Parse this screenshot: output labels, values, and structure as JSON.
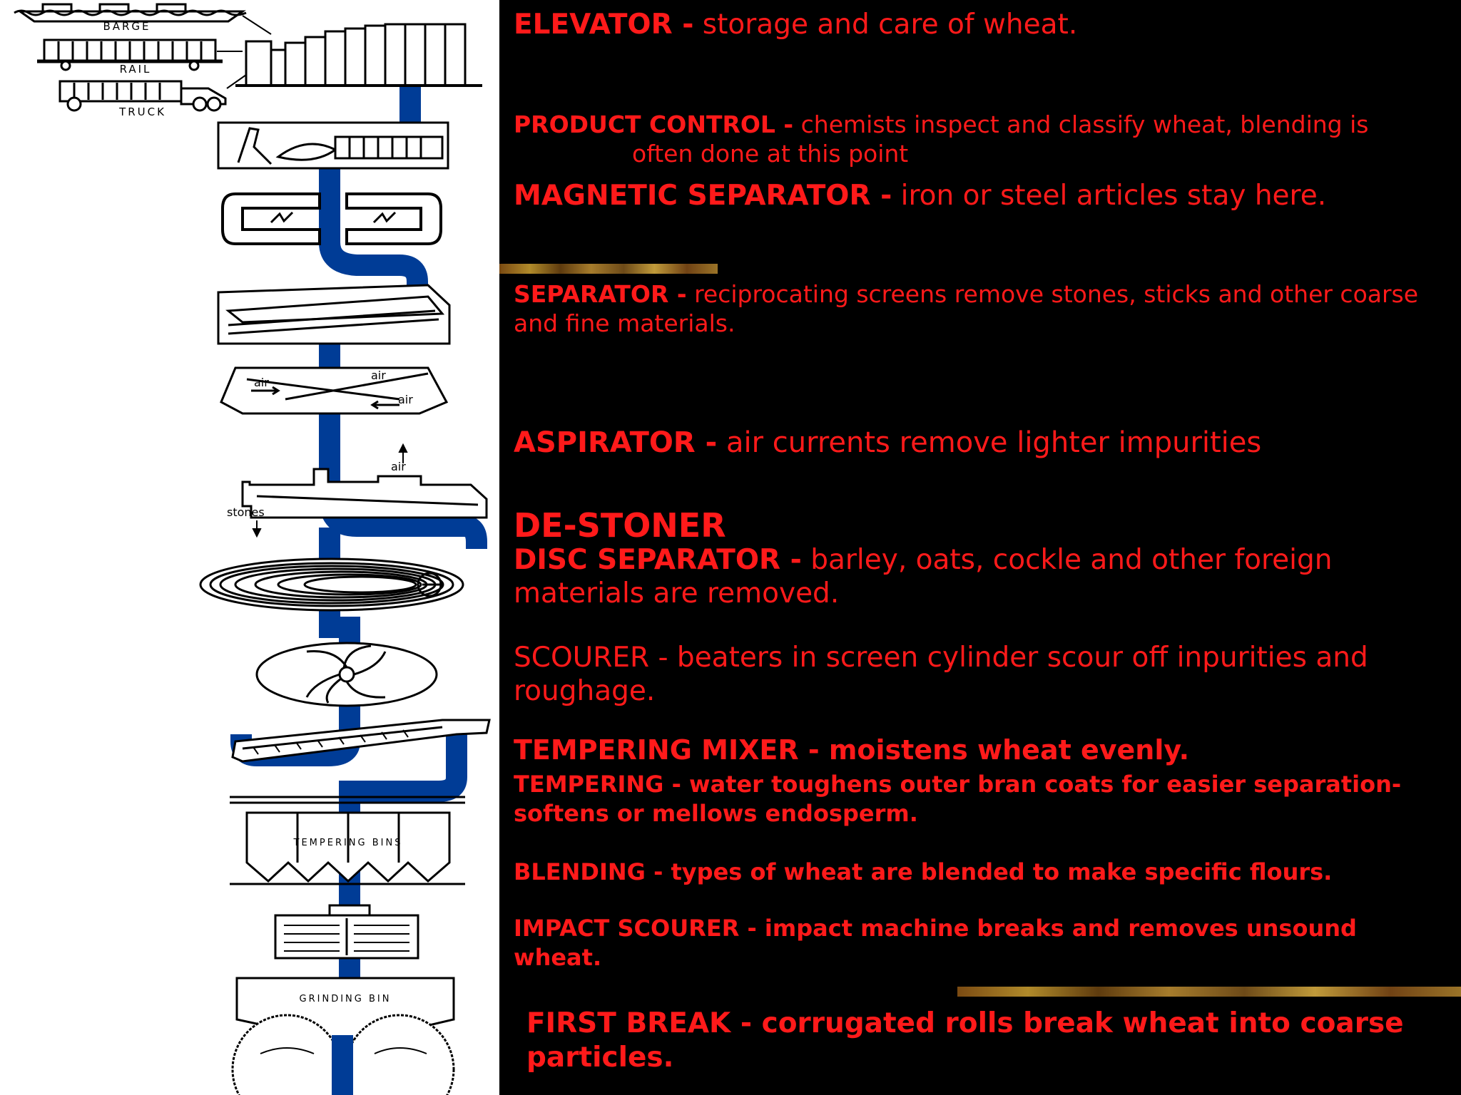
{
  "diagram": {
    "labels": {
      "barge": "BARGE",
      "rail": "RAIL",
      "truck": "TRUCK",
      "air1": "air",
      "air2": "air",
      "air3": "air",
      "air4": "air",
      "stones": "stones",
      "tempering_bins": "TEMPERING BINS",
      "grinding_bin": "GRINDING BIN"
    },
    "flow_color": "#003c96"
  },
  "steps": [
    {
      "title": "ELEVATOR -",
      "desc": "storage and care of wheat."
    },
    {
      "title": "PRODUCT CONTROL -",
      "desc": "chemists inspect and classify wheat, blending is",
      "desc2": "often done at this point"
    },
    {
      "title": "MAGNETIC SEPARATOR -",
      "desc": "iron or steel articles stay here."
    },
    {
      "title": "SEPARATOR -",
      "desc": "reciprocating screens remove stones, sticks and other coarse and fine materials."
    },
    {
      "title": "ASPIRATOR -",
      "desc": "air currents remove lighter impurities"
    },
    {
      "title": "DE-STONER"
    },
    {
      "title": "DISC SEPARATOR -",
      "desc": "barley, oats, cockle and other foreign materials are removed."
    },
    {
      "text": "SCOURER - beaters in screen cylinder scour off inpurities and roughage."
    },
    {
      "text": "TEMPERING MIXER - moistens wheat evenly."
    },
    {
      "text": "TEMPERING - water toughens outer bran coats for easier separation- softens or mellows endosperm."
    },
    {
      "text": "BLENDING - types of wheat are blended to make specific flours."
    },
    {
      "text": "IMPACT SCOURER - impact machine breaks and removes unsound wheat."
    },
    {
      "text": "FIRST BREAK - corrugated rolls break wheat into coarse particles."
    }
  ],
  "colors": {
    "text": "#ff1a1a",
    "background": "#000000"
  }
}
